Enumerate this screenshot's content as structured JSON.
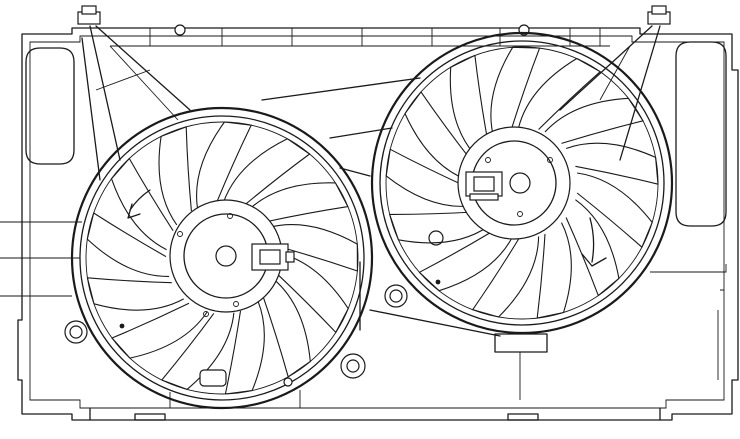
{
  "drawing": {
    "subject": "",
    "parts": [
      {
        "key": "shroud",
        "icon": "fan-shroud-icon"
      },
      {
        "key": "left_fan",
        "icon": "cooling-fan-icon"
      },
      {
        "key": "right_fan",
        "icon": "cooling-fan-icon"
      },
      {
        "key": "left_motor_connector",
        "icon": "electrical-connector-icon"
      },
      {
        "key": "right_motor_connector",
        "icon": "electrical-connector-icon"
      },
      {
        "key": "mounting_grommets",
        "icon": "grommet-icon"
      },
      {
        "key": "rotation_arrows",
        "icon": "rotation-arrow-icon"
      }
    ],
    "line_color": "#1a1a1a",
    "background": "#ffffff"
  }
}
